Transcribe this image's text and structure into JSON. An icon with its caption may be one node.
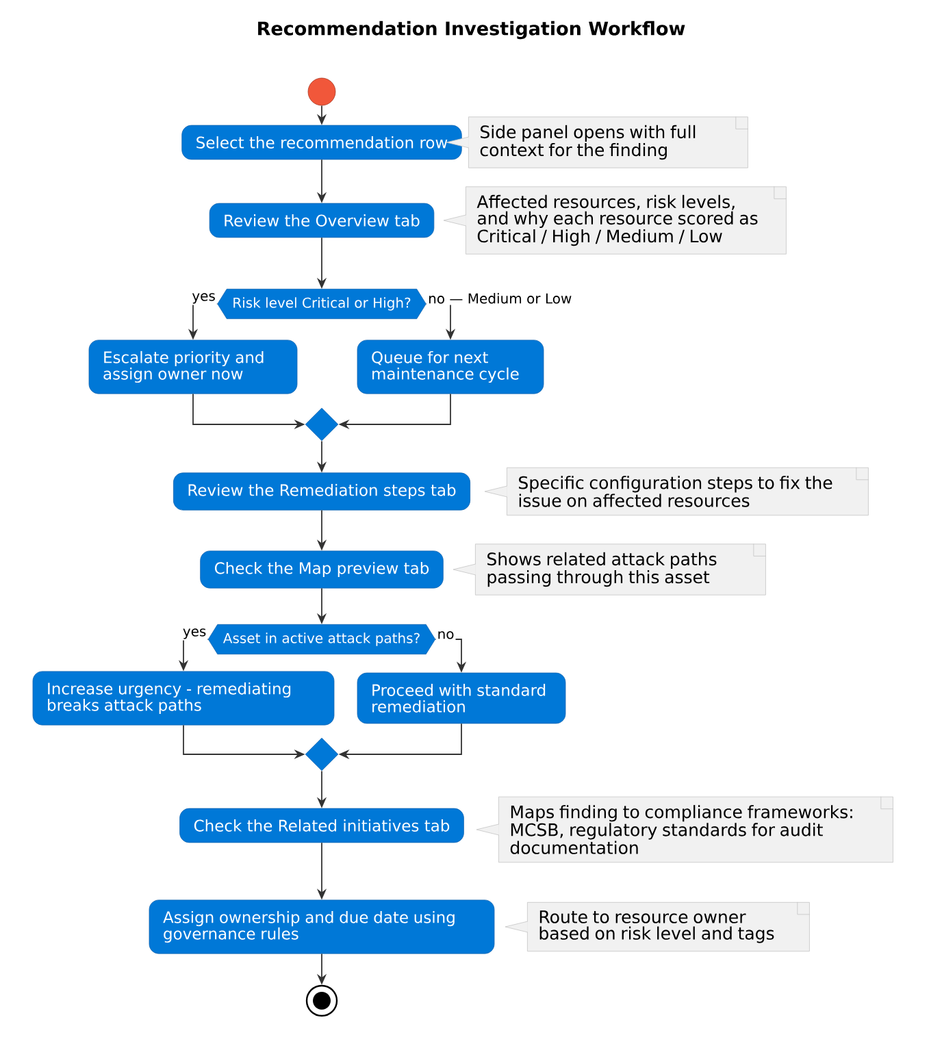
{
  "diagram": {
    "title": "Recommendation Investigation Workflow",
    "nodes": [
      {
        "text": [],
        "shape": "circle"
      },
      {
        "text": [
          "Select the recommendation row"
        ]
      },
      {
        "text": [
          "Side panel opens with full context for the finding"
        ]
      },
      {
        "text": [
          "Review the Overview tab"
        ]
      },
      {
        "text": [
          "Affected resources, risk levels, and why each resource scored as Critical / High / Medium / Low"
        ]
      },
      {
        "text": [
          "Risk level Critical or High?"
        ]
      },
      {
        "text": [
          "Escalate priority and assign owner now"
        ]
      },
      {
        "text": [
          "Queue for next maintenance cycle"
        ]
      },
      {
        "text": [],
        "shape": "diamond"
      },
      {
        "text": [
          "Review the Remediation steps tab"
        ]
      },
      {
        "text": [
          "Specific configuration steps to fix the issue on affected resources"
        ]
      },
      {
        "text": [
          "Check the Map preview tab"
        ]
      },
      {
        "text": [
          "Shows related attack paths passing through this asset"
        ]
      },
      {
        "text": [
          "Asset in active attack paths?"
        ]
      },
      {
        "text": [
          "Increase urgency - remediating breaks attack paths"
        ]
      },
      {
        "text": [
          "Proceed with standard remediation"
        ]
      },
      {
        "text": [],
        "shape": "diamond"
      },
      {
        "text": [
          "Check the Related initiatives tab"
        ]
      },
      {
        "text": [
          "Maps finding to compliance frameworks: MCSB, regulatory standards for audit documentation"
        ]
      },
      {
        "text": [
          "Assign ownership and due date using governance rules"
        ]
      },
      {
        "text": [
          "Route to resource owner based on risk level and tags"
        ]
      },
      {
        "text": [],
        "shape": "circle"
      }
    ],
    "edges": [
      {
        "from": 0,
        "to": 1,
        "arrow": "to"
      },
      {
        "from": 1,
        "to": 3,
        "arrow": "to"
      },
      {
        "from": 3,
        "to": 5,
        "arrow": "to"
      },
      {
        "from": 5,
        "to": 6,
        "arrow": "to",
        "label": "yes"
      },
      {
        "from": 5,
        "to": 7,
        "arrow": "to",
        "label": "no — Medium or Low"
      },
      {
        "from": 6,
        "to": 8,
        "arrow": "to"
      },
      {
        "from": 7,
        "to": 8,
        "arrow": "to"
      },
      {
        "from": 8,
        "to": 9,
        "arrow": "to"
      },
      {
        "from": 9,
        "to": 11,
        "arrow": "to"
      },
      {
        "from": 11,
        "to": 13,
        "arrow": "to"
      },
      {
        "from": 13,
        "to": 14,
        "arrow": "to",
        "label": "yes"
      },
      {
        "from": 13,
        "to": 15,
        "arrow": "to",
        "label": "no"
      },
      {
        "from": 14,
        "to": 16,
        "arrow": "to"
      },
      {
        "from": 15,
        "to": 16,
        "arrow": "to"
      },
      {
        "from": 16,
        "to": 17,
        "arrow": "to"
      },
      {
        "from": 17,
        "to": 19,
        "arrow": "to"
      },
      {
        "from": 19,
        "to": 21,
        "arrow": "to"
      }
    ]
  }
}
